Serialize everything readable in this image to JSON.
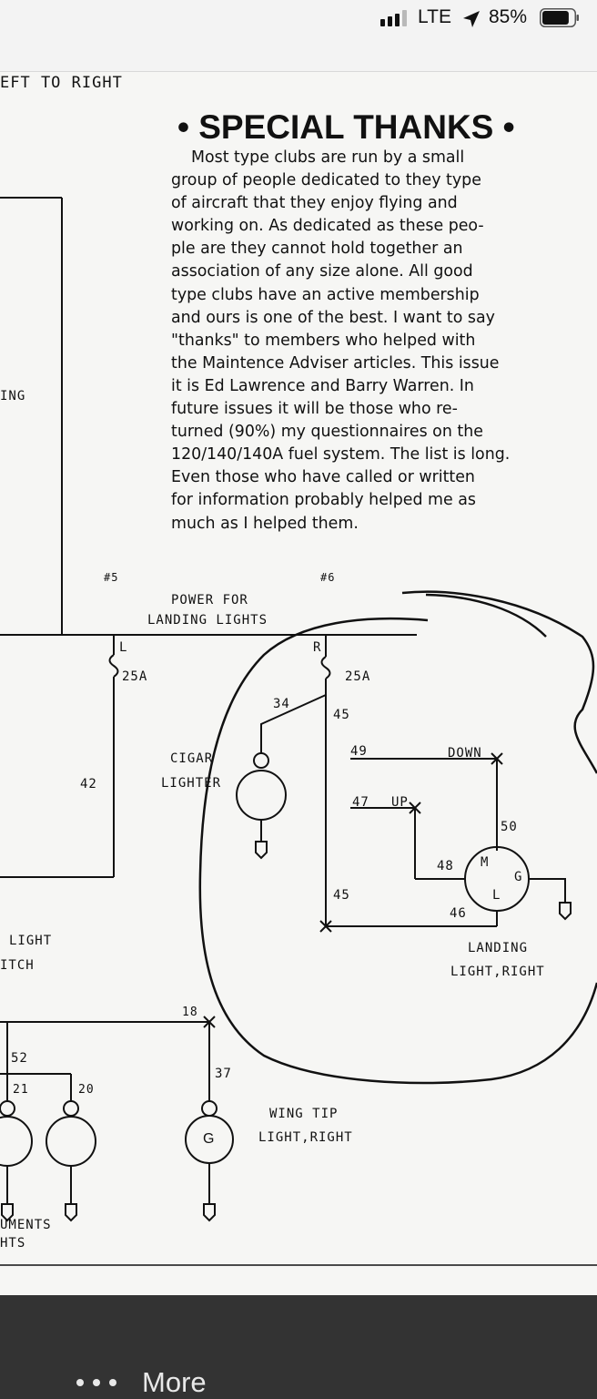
{
  "status_bar": {
    "carrier": "LTE",
    "battery_percent": "85%",
    "battery_level": 0.85,
    "icons": [
      "signal-bars-icon",
      "location-arrow-icon",
      "battery-icon"
    ]
  },
  "article": {
    "title": "• SPECIAL THANKS •",
    "lines": [
      "Most type clubs are run by a small",
      "group of people dedicated to they type",
      "of aircraft that they enjoy flying and",
      "working on. As dedicated as these peo-",
      "ple are they cannot hold together an",
      "association of any size alone. All good",
      "type clubs have an active membership",
      "and ours is one of the best. I want to say",
      "\"thanks\" to members who helped with",
      "the Maintence Adviser articles. This issue",
      "it is Ed Lawrence and Barry Warren. In",
      "future issues it will be those who re-",
      "turned (90%) my questionnaires on the",
      "120/140/140A fuel system. The list is long.",
      "Even those who have called or written",
      "for information probably helped me as",
      "much as I helped them."
    ]
  },
  "diagram": {
    "top_left_heading": "EFT TO RIGHT",
    "left_edge_ing": "ING",
    "bus_5": "#5",
    "bus_6": "#6",
    "power_for": "POWER FOR",
    "landing_lights": "LANDING LIGHTS",
    "breaker_l": "L",
    "breaker_r": "R",
    "breaker_l_rating": "25A",
    "breaker_r_rating": "25A",
    "wire_42": "42",
    "wire_34": "34",
    "wire_45_top": "45",
    "wire_45_bottom": "45",
    "cigar": "CIGAR",
    "lighter": "LIGHTER",
    "wire_49": "49",
    "down": "DOWN",
    "wire_47": "47",
    "up": "UP",
    "wire_50": "50",
    "wire_48": "48",
    "wire_46": "46",
    "motor_m": "M",
    "motor_g": "G",
    "motor_l": "L",
    "landing_light_label_1": "LANDING",
    "landing_light_label_2": "LIGHT,RIGHT",
    "light_label": "LIGHT",
    "switch_label": "ITCH",
    "wire_18": "18",
    "wire_52": "52",
    "wire_21": "21",
    "wire_20": "20",
    "wire_37": "37",
    "wingtip_g": "G",
    "wing_tip_label_1": "WING TIP",
    "wing_tip_label_2": "LIGHT,RIGHT",
    "instruments_label_1": "UMENTS",
    "instruments_label_2": "HTS"
  },
  "bottom_bar": {
    "more_label": "More"
  }
}
